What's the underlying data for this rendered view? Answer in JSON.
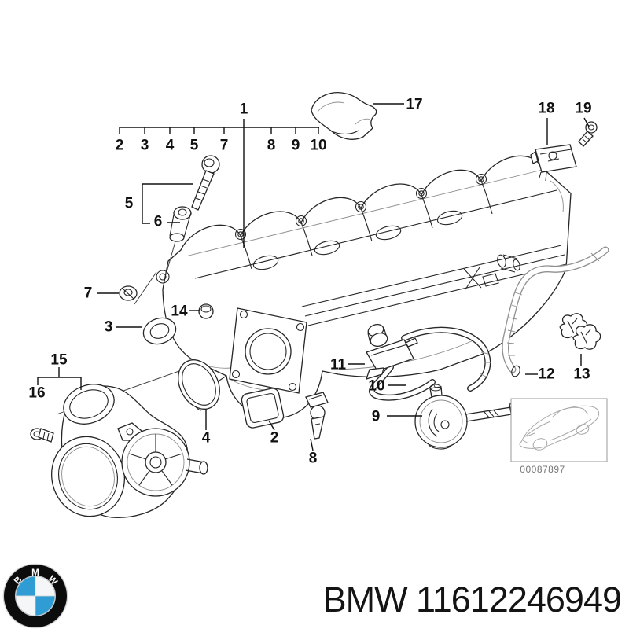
{
  "diagram": {
    "assembly_callout": "1",
    "bracket_numbers": [
      "2",
      "3",
      "4",
      "5",
      "7",
      "8",
      "9",
      "10"
    ],
    "labels": {
      "bolt": "5",
      "sleeve": "6",
      "grommet": "7",
      "cap_nut": "14",
      "sealing_ring": "3",
      "throttle_assembly": "15",
      "throttle_screw": "16",
      "o_ring": "4",
      "profile_gasket": "2",
      "sensor": "8",
      "solenoid_valve": "11",
      "vacuum_hose": "10",
      "pressure_converter": "9",
      "hose": "12",
      "clip": "13",
      "cover": "17",
      "map_sensor": "18",
      "screw": "19"
    },
    "image_code": "00087897"
  },
  "footer": {
    "part_text": "BMW 11612246949",
    "logo_letters": [
      "B",
      "M",
      "W"
    ]
  },
  "colors": {
    "line": "#1a1a1a",
    "logo_blue": "#2f9dd3",
    "code_gray": "#767676"
  }
}
